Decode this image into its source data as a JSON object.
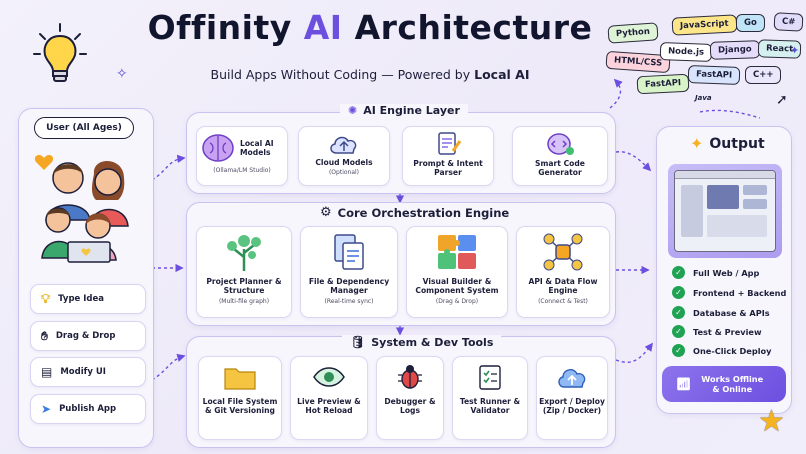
{
  "header": {
    "title_prefix": "Offinity",
    "title_ai": "AI",
    "title_suffix": "Architecture",
    "subtitle_prefix": "Build Apps Without Coding — Powered by",
    "subtitle_highlight": "Local AI"
  },
  "tech_tags": [
    {
      "label": "Python",
      "color": "#dff3d6"
    },
    {
      "label": "JavaScript",
      "color": "#fde68a"
    },
    {
      "label": "Go",
      "color": "#bfe3f7"
    },
    {
      "label": "C#",
      "color": "#e0dcfa"
    },
    {
      "label": "HTML/CSS",
      "color": "#fbd3dc"
    },
    {
      "label": "Node.js",
      "color": "#ffffff"
    },
    {
      "label": "Django",
      "color": "#e5dcfa"
    },
    {
      "label": "React",
      "color": "#d5f0ef"
    },
    {
      "label": "FastAPI",
      "color": "#d9f3c9"
    },
    {
      "label": "FastAPI",
      "color": "#d7e4fb"
    },
    {
      "label": "C++",
      "color": "#ece8fb"
    },
    {
      "label": "Java",
      "color": "#ffffff"
    }
  ],
  "user_panel": {
    "title": "User (All Ages)",
    "actions": [
      {
        "label": "Type Idea",
        "icon": "lightbulb-icon"
      },
      {
        "label": "Drag & Drop",
        "icon": "hand-drag-icon"
      },
      {
        "label": "Modify UI",
        "icon": "edit-ui-icon"
      },
      {
        "label": "Publish App",
        "icon": "paper-plane-icon"
      }
    ]
  },
  "ai_engine": {
    "title": "AI Engine Layer",
    "cards": [
      {
        "title": "Local AI Models",
        "sub": "(Ollama/LM Studio)",
        "icon": "brain-icon"
      },
      {
        "title": "Cloud Models",
        "sub": "(Optional)",
        "icon": "cloud-upload-icon"
      },
      {
        "title": "Prompt & Intent Parser",
        "sub": "",
        "icon": "document-pen-icon"
      },
      {
        "title": "Smart Code Generator",
        "sub": "",
        "icon": "code-brain-icon"
      }
    ]
  },
  "orchestration": {
    "title": "Core Orchestration Engine",
    "cards": [
      {
        "title": "Project Planner & Structure",
        "sub": "(Multi-file graph)",
        "icon": "tree-icon"
      },
      {
        "title": "File & Dependency Manager",
        "sub": "(Real-time sync)",
        "icon": "files-icon"
      },
      {
        "title": "Visual Builder & Component System",
        "sub": "(Drag & Drop)",
        "icon": "puzzle-icon"
      },
      {
        "title": "API & Data Flow Engine",
        "sub": "(Connect & Test)",
        "icon": "network-icon"
      }
    ]
  },
  "tools": {
    "title": "System & Dev Tools",
    "cards": [
      {
        "title": "Local File System & Git Versioning",
        "icon": "folder-icon"
      },
      {
        "title": "Live Preview & Hot Reload",
        "icon": "eye-icon"
      },
      {
        "title": "Debugger & Logs",
        "icon": "bug-icon"
      },
      {
        "title": "Test Runner & Validator",
        "icon": "checklist-icon"
      },
      {
        "title": "Export / Deploy (Zip / Docker)",
        "icon": "cloud-deploy-icon"
      }
    ]
  },
  "output": {
    "title": "Output",
    "items": [
      "Full Web / App",
      "Frontend + Backend",
      "Database & APIs",
      "Test & Preview",
      "One-Click Deploy"
    ],
    "offline_label": "Works Offline & Online"
  },
  "colors": {
    "accent": "#6d4fe0",
    "panel_border": "#c9c3ef",
    "check": "#1fa352"
  }
}
